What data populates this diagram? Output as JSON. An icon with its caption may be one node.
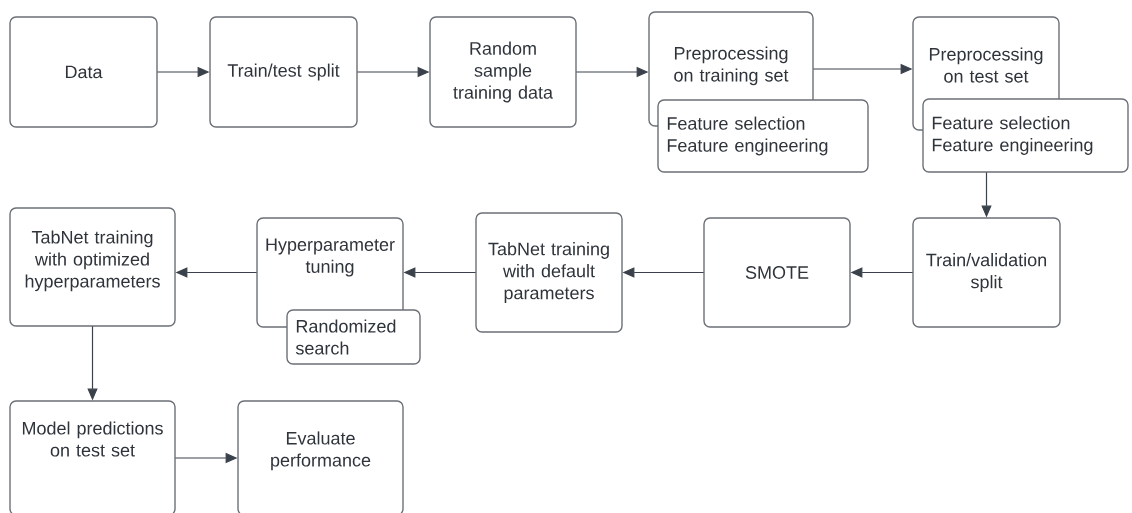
{
  "diagram": {
    "nodes": [
      {
        "text": [
          "Data"
        ]
      },
      {
        "text": [
          "Train/test split"
        ]
      },
      {
        "text": [
          "Random sample training data"
        ]
      },
      {
        "text": [
          "Preprocessing on training set"
        ]
      },
      {
        "text": [
          "Feature selection Feature engineering"
        ]
      },
      {
        "text": [
          "Preprocessing on test set"
        ]
      },
      {
        "text": [
          "Feature selection Feature engineering"
        ]
      },
      {
        "text": [
          "Train/validation split"
        ]
      },
      {
        "text": [
          "SMOTE"
        ]
      },
      {
        "text": [
          "TabNet training with default parameters"
        ]
      },
      {
        "text": [
          "Hyperparameter tuning"
        ]
      },
      {
        "text": [
          "Randomized search"
        ]
      },
      {
        "text": [
          "TabNet training with optimized hyperparameters"
        ]
      },
      {
        "text": [
          "Model predictions on test set"
        ]
      },
      {
        "text": [
          "Evaluate performance"
        ]
      }
    ],
    "edges": [
      {
        "from": 0,
        "to": 1,
        "arrow": "to"
      },
      {
        "from": 1,
        "to": 2,
        "arrow": "to"
      },
      {
        "from": 2,
        "to": 3,
        "arrow": "to"
      },
      {
        "from": 3,
        "to": 5,
        "arrow": "to"
      },
      {
        "from": 6,
        "to": 7,
        "arrow": "to"
      },
      {
        "from": 7,
        "to": 8,
        "arrow": "to"
      },
      {
        "from": 8,
        "to": 9,
        "arrow": "to"
      },
      {
        "from": 9,
        "to": 10,
        "arrow": "to"
      },
      {
        "from": 10,
        "to": 12,
        "arrow": "to"
      },
      {
        "from": 12,
        "to": 13,
        "arrow": "to"
      },
      {
        "from": 13,
        "to": 14,
        "arrow": "to"
      }
    ]
  }
}
